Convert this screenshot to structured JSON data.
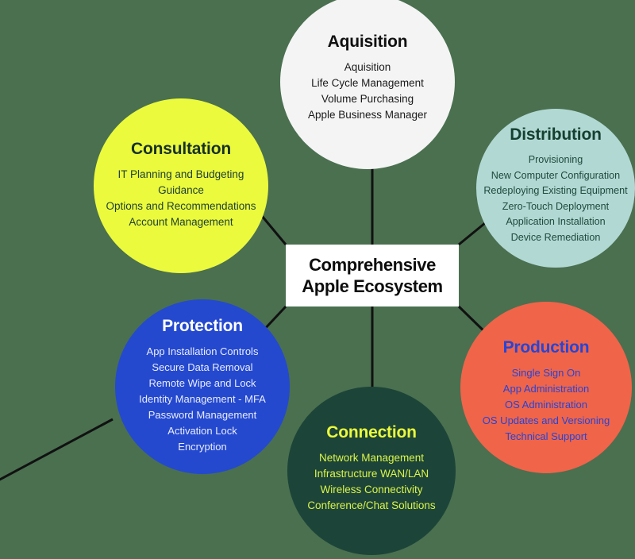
{
  "diagram": {
    "center": {
      "line1": "Comprehensive",
      "line2": "Apple Ecosystem",
      "background": "#ffffff",
      "text_color": "#0d0d0d"
    },
    "background_color": "#4a7050",
    "connector_color": "#111111",
    "nodes": [
      {
        "id": "aquisition",
        "title": "Aquisition",
        "fill": "#f4f4f4",
        "text_color": "#1a1a1a",
        "items": [
          "Aquisition",
          "Life Cycle Management",
          "Volume Purchasing",
          "Apple Business Manager"
        ]
      },
      {
        "id": "distribution",
        "title": "Distribution",
        "fill": "#b2d8d4",
        "text_color": "#1f4a3c",
        "items": [
          "Provisioning",
          "New Computer Configuration",
          "Redeploying Existing Equipment",
          "Zero-Touch Deployment",
          "Application Installation",
          "Device Remediation"
        ]
      },
      {
        "id": "consultation",
        "title": "Consultation",
        "fill": "#ebfa3c",
        "text_color": "#1f4033",
        "items": [
          "IT Planning and Budgeting",
          "Guidance",
          "Options and Recommendations",
          "Account Management"
        ]
      },
      {
        "id": "protection",
        "title": "Protection",
        "fill": "#2449cf",
        "text_color": "#e9ecfb",
        "items": [
          "App Installation Controls",
          "Secure Data Removal",
          "Remote Wipe and Lock",
          "Identity Management - MFA",
          "Password Management",
          "Activation Lock",
          "Encryption"
        ]
      },
      {
        "id": "production",
        "title": "Production",
        "fill": "#f06449",
        "text_color": "#2545d6",
        "items": [
          "Single Sign On",
          "App Administration",
          "OS Administration",
          "OS Updates and Versioning",
          "Technical Support"
        ]
      },
      {
        "id": "connection",
        "title": "Connection",
        "fill": "#1d4438",
        "text_color": "#d9f54a",
        "items": [
          "Network Management",
          "Infrastructure WAN/LAN",
          "Wireless Connectivity",
          "Conference/Chat Solutions"
        ]
      }
    ]
  }
}
